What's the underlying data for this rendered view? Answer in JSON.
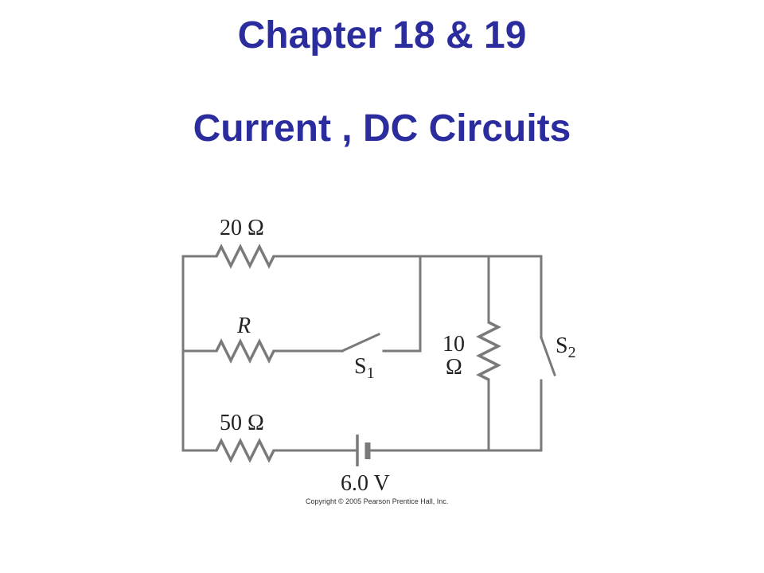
{
  "slide": {
    "title_line1": "Chapter 18 & 19",
    "title_line2": "Current , DC Circuits",
    "title_color": "#2b2d9e"
  },
  "circuit": {
    "wire_color": "#7a7a7a",
    "labels": {
      "r20": "20 Ω",
      "r_var": "R",
      "r50": "50 Ω",
      "r10_num": "10",
      "r10_unit": "Ω",
      "s1_letter": "S",
      "s1_sub": "1",
      "s2_letter": "S",
      "s2_sub": "2",
      "battery": "6.0 V"
    },
    "copyright": "Copyright © 2005 Pearson Prentice Hall, Inc."
  }
}
